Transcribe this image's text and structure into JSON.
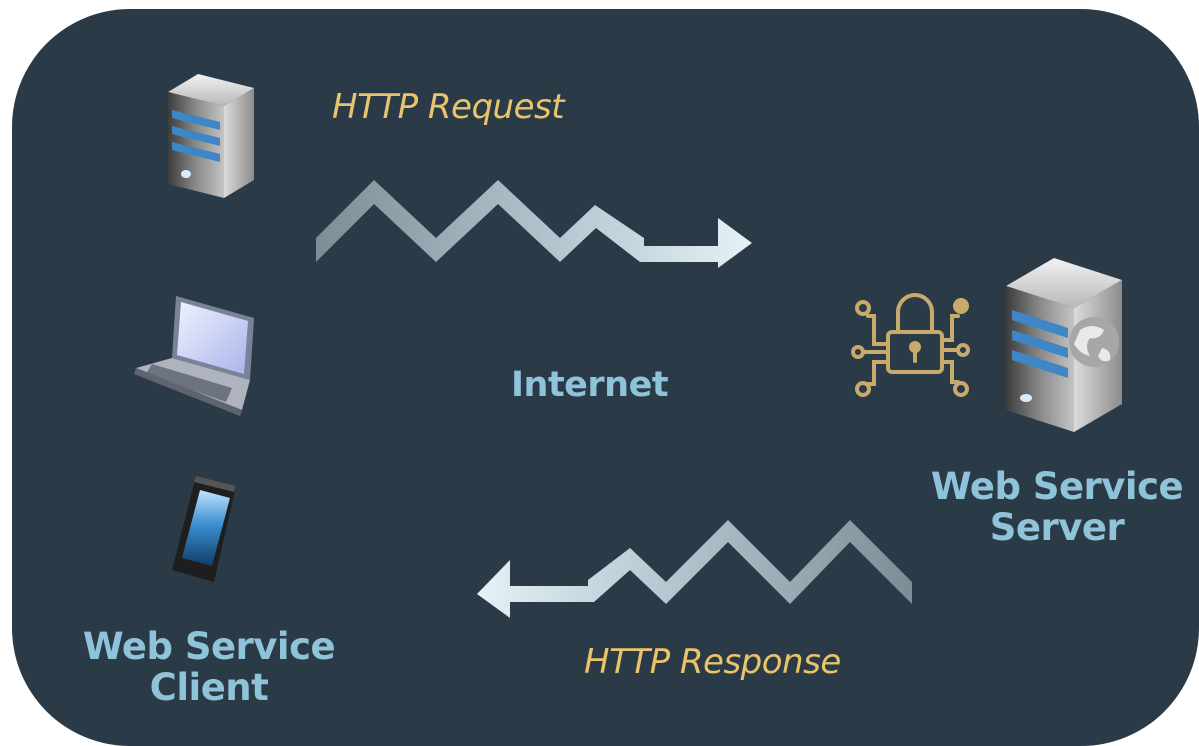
{
  "labels": {
    "http_request": "HTTP Request",
    "http_response": "HTTP Response",
    "internet": "Internet",
    "server_line1": "Web Service",
    "server_line2": "Server",
    "client_line1": "Web Service",
    "client_line2": "Client"
  },
  "icons": {
    "client_devices": [
      "desktop-tower-icon",
      "laptop-icon",
      "smartphone-icon"
    ],
    "server": "web-server-tower-icon",
    "security": "circuit-padlock-icon"
  },
  "colors": {
    "background": "#2b3a47",
    "label_accent": "#e9c46a",
    "label_primary": "#8fc3d9",
    "lock_gold": "#c8ab6c"
  }
}
